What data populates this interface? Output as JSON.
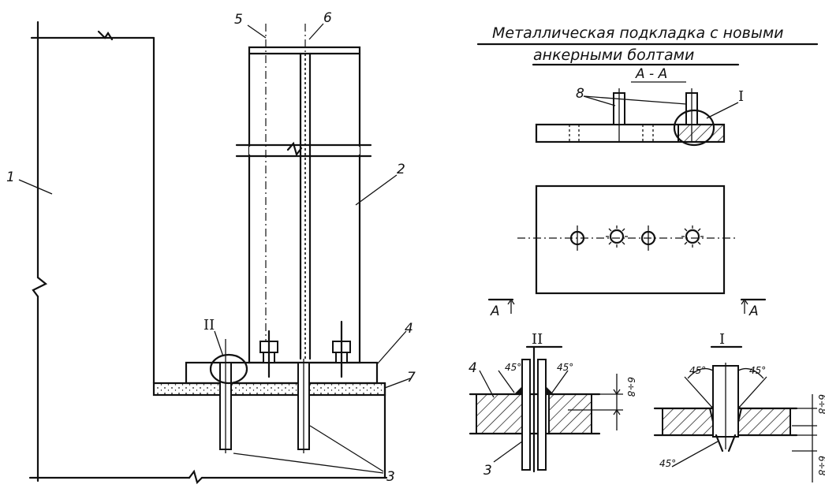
{
  "title_line1": "Металлическая подкладка с новыми",
  "title_line2": "анкерными болтами",
  "section_label": "А - А",
  "section_marker_left": "А",
  "section_marker_right": "А",
  "callouts": {
    "n1": "1",
    "n2": "2",
    "n3": "3",
    "n4": "4",
    "n5": "5",
    "n6": "6",
    "n7": "7",
    "n8": "8",
    "n3b": "3",
    "n4b": "4"
  },
  "detail_labels": {
    "detail_I": "I",
    "detail_II": "II",
    "callout_I": "I",
    "callout_II": "II"
  },
  "angles": [
    "45°",
    "45°",
    "45°",
    "45°",
    "45°"
  ],
  "dimensions": [
    "6÷8",
    "6÷8",
    "6÷8"
  ]
}
